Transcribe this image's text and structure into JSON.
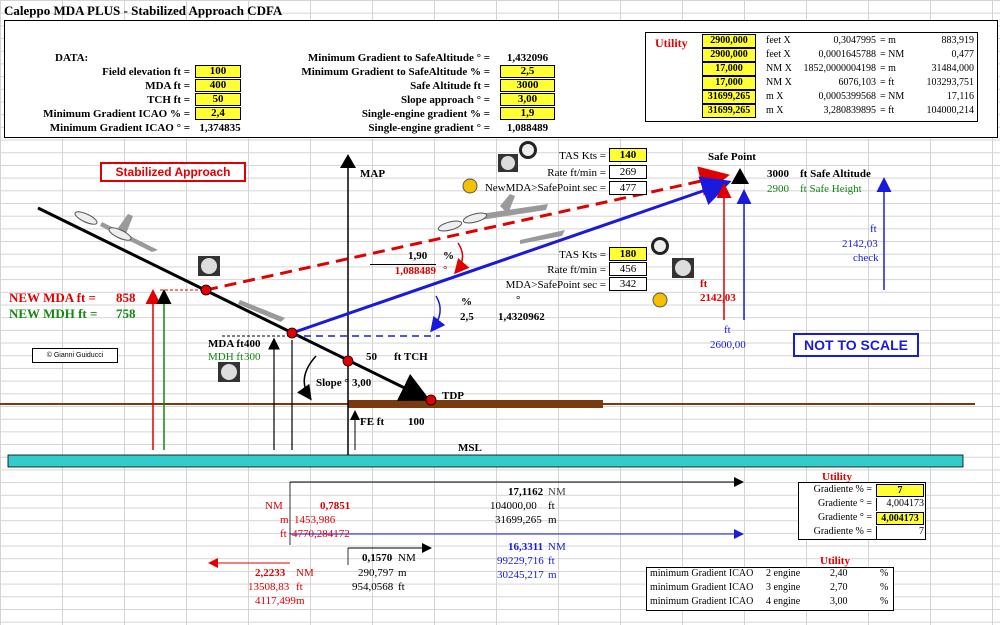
{
  "title": "Caleppo MDA PLUS - Stabilized Approach CDFA",
  "data_label": "DATA:",
  "inputs": [
    {
      "label": "Field elevation ft =",
      "value": "100"
    },
    {
      "label": "MDA ft =",
      "value": "400"
    },
    {
      "label": "TCH ft =",
      "value": "50"
    },
    {
      "label": "Minimum Gradient ICAO % =",
      "value": "2,4"
    }
  ],
  "icao_deg": {
    "label": "Minimum Gradient ICAO ° =",
    "value": "1,374835"
  },
  "mid_rows": [
    {
      "label": "Minimum Gradient to SafeAltitude ° =",
      "value": "1,432096",
      "yellow": false
    },
    {
      "label": "Minimum Gradient to SafeAltitude % =",
      "value": "2,5",
      "yellow": true
    },
    {
      "label": "Safe Altitude ft =",
      "value": "3000",
      "yellow": true
    },
    {
      "label": "Slope approach ° =",
      "value": "3,00",
      "yellow": true
    },
    {
      "label": "Single-engine gradient % =",
      "value": "1,9",
      "yellow": true
    },
    {
      "label": "Single-engine gradient ° =",
      "value": "1,088489",
      "yellow": false
    }
  ],
  "utility_top": {
    "label": "Utility",
    "rows": [
      {
        "input": "2900,000",
        "unit": "feet X",
        "factor": "0,3047995",
        "eq": "= m",
        "result": "883,919"
      },
      {
        "input": "2900,000",
        "unit": "feet X",
        "factor": "0,0001645788",
        "eq": "= NM",
        "result": "0,477"
      },
      {
        "input": "17,000",
        "unit": "NM X",
        "factor": "1852,0000004198",
        "eq": "= m",
        "result": "31484,000"
      },
      {
        "input": "17,000",
        "unit": "NM X",
        "factor": "6076,103",
        "eq": "= ft",
        "result": "103293,751"
      },
      {
        "input": "31699,265",
        "unit": "m X",
        "factor": "0,0005399568",
        "eq": "= NM",
        "result": "17,116"
      },
      {
        "input": "31699,265",
        "unit": "m X",
        "factor": "3,280839895",
        "eq": "= ft",
        "result": "104000,214"
      }
    ]
  },
  "diagram": {
    "stabilized_label": "Stabilized Approach",
    "map_label": "MAP",
    "safe_point_label": "Safe Point",
    "safe_alt_value": "3000",
    "safe_alt_label": "ft Safe Altitude",
    "safe_height_value": "2900",
    "safe_height_label": "ft Safe Height",
    "tas1": {
      "label": "TAS Kts =",
      "value": "140"
    },
    "rate1": {
      "label": "Rate ft/min =",
      "value": "269"
    },
    "newmda_sec": {
      "label": "NewMDA>SafePoint sec =",
      "value": "477"
    },
    "tas2": {
      "label": "TAS Kts =",
      "value": "180"
    },
    "rate2": {
      "label": "Rate ft/min =",
      "value": "456"
    },
    "mda_sec": {
      "label": "MDA>SafePoint sec =",
      "value": "342"
    },
    "grad_red_pct": "1,90",
    "pct_sign": "%",
    "grad_red_deg": "1,088489",
    "deg_sign": "°",
    "grad_blue_pct": "2,5",
    "grad_blue_deg": "1,4320962",
    "new_mda_label": "NEW MDA ft =",
    "new_mda_value": "858",
    "new_mdh_label": "NEW MDH ft =",
    "new_mdh_value": "758",
    "copyright": "© Gianni Guiducci",
    "mda_label": "MDA ft",
    "mda_value": "400",
    "mdh_label": "MDH ft",
    "mdh_value": "300",
    "tch_value": "50",
    "tch_label": "ft TCH",
    "slope_label": "Slope °",
    "slope_value": "3,00",
    "tdp_label": "TDP",
    "fe_label": "FE ft",
    "fe_value": "100",
    "msl_label": "MSL",
    "not_to_scale": "NOT TO SCALE",
    "ft_red_unit": "ft",
    "ft_red_value": "2142,03",
    "ft_blue_unit": "ft",
    "ft_blue_value": "2600,00",
    "check_unit": "ft",
    "check_value": "2142,03",
    "check_label": "check"
  },
  "bottom": {
    "dist1": {
      "value": "17,1162",
      "unit": "NM"
    },
    "dist1_ft": {
      "value": "104000,00",
      "unit": "ft"
    },
    "dist1_m": {
      "value": "31699,265",
      "unit": "m"
    },
    "red_nm": {
      "unit": "NM",
      "value": "0,7851"
    },
    "red_m": {
      "unit": "m",
      "value": "1453,986"
    },
    "red_ft": {
      "unit": "ft",
      "value": "4770,284172"
    },
    "dist2": {
      "value": "0,1570",
      "unit": "NM"
    },
    "dist2_m": {
      "value": "290,797",
      "unit": "m"
    },
    "dist2_ft": {
      "value": "954,0568",
      "unit": "ft"
    },
    "blue_nm": {
      "value": "16,3311",
      "unit": "NM"
    },
    "blue_ft": {
      "value": "99229,716",
      "unit": "ft"
    },
    "blue_m": {
      "value": "30245,217",
      "unit": "m"
    },
    "left_nm": {
      "value": "2,2233",
      "unit": "NM"
    },
    "left_ft": {
      "value": "13508,83",
      "unit": "ft"
    },
    "left_m": {
      "value": "4117,499",
      "unit": "m"
    }
  },
  "utility_right": {
    "label": "Utility",
    "rows": [
      {
        "label": "Gradiente % =",
        "value": "7",
        "yellow": true
      },
      {
        "label": "Gradiente ° =",
        "value": "4,004173",
        "yellow": false
      },
      {
        "label": "Gradiente ° =",
        "value": "4,004173",
        "yellow": true
      },
      {
        "label": "Gradiente % =",
        "value": "7",
        "yellow": false
      }
    ]
  },
  "utility_icao": {
    "label": "Utility",
    "rows": [
      {
        "label": "minimum Gradient ICAO",
        "engines": "2 engine",
        "value": "2,40",
        "unit": "%"
      },
      {
        "label": "minimum Gradient ICAO",
        "engines": "3 engine",
        "value": "2,70",
        "unit": "%"
      },
      {
        "label": "minimum Gradient ICAO",
        "engines": "4 engine",
        "value": "3,00",
        "unit": "%"
      }
    ]
  },
  "colors": {
    "input": "#ffff33",
    "red": "#e00000",
    "blue": "#1a1adc",
    "green": "#118811",
    "ground": "#7a3a10",
    "msl": "#33cccc"
  }
}
